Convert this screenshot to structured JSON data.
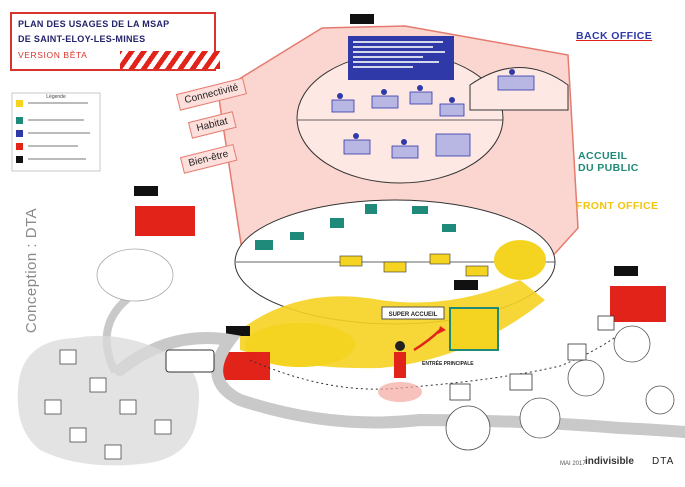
{
  "title": {
    "line1": "PLAN DES USAGES DE LA MSAP",
    "line2": "DE SAINT-ELOY-LES-MINES",
    "version": "VERSION BÊTA"
  },
  "credit": "Conception : DTA",
  "zones": {
    "back_office": "BACK OFFICE",
    "accueil_line1": "ACCUEIL",
    "accueil_line2": "DU PUBLIC",
    "front_office": "FRONT OFFICE"
  },
  "themes": {
    "connectivite": "Connectivité",
    "habitat": "Habitat",
    "bien_etre": "Bien-être"
  },
  "legend": {
    "title": "Légende"
  },
  "signs": {
    "super_accueil": "SUPER ACCUEIL",
    "sortie_principale": "ENTRÉE PRINCIPALE"
  },
  "footer": {
    "date": "MAI 2017",
    "indivisible": "indivisible",
    "dta": "DTA"
  },
  "colors": {
    "pink": "#fbd5cf",
    "pink_stroke": "#e57b70",
    "navy": "#2f3aa8",
    "lavender": "#b8b6e3",
    "teal": "#1f8a79",
    "yellow": "#f5d321",
    "red": "#e2231a",
    "grey_road": "#c9c9c9"
  }
}
